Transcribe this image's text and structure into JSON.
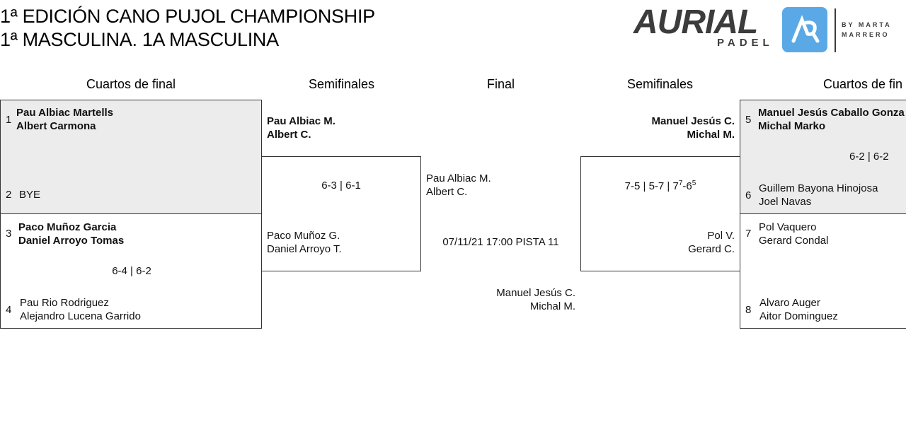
{
  "header": {
    "title_line1": "1ª EDICIÓN CANO PUJOL CHAMPIONSHIP",
    "title_line2": "1ª MASCULINA. 1A MASCULINA",
    "logo": {
      "brand": "AURIAL",
      "sub": "PADEL",
      "byline_1": "BY MARTA",
      "byline_2": "MARRERO",
      "badge_color": "#5aa9e6"
    }
  },
  "rounds": {
    "qf_left": "Cuartos de final",
    "sf_left": "Semifinales",
    "final": "Final",
    "sf_right": "Semifinales",
    "qf_right": "Cuartos de fin"
  },
  "left_qf": [
    {
      "top": {
        "seed": "1",
        "p1": "Pau Albiac Martells",
        "p2": "Albert Carmona"
      },
      "bottom": {
        "seed": "2",
        "p1": "BYE",
        "p2": ""
      },
      "score": ""
    },
    {
      "top": {
        "seed": "3",
        "p1": "Paco Muñoz Garcia",
        "p2": "Daniel Arroyo Tomas"
      },
      "bottom": {
        "seed": "4",
        "p1": "Pau Rio Rodriguez",
        "p2": "Alejandro Lucena Garrido"
      },
      "score": "6-4 | 6-2"
    }
  ],
  "left_sf": {
    "top": {
      "p1": "Pau Albiac M.",
      "p2": "Albert C."
    },
    "bottom": {
      "p1": "Paco Muñoz G.",
      "p2": "Daniel Arroyo T."
    },
    "score": "6-3 | 6-1"
  },
  "final": {
    "top": {
      "p1": "Pau Albiac M.",
      "p2": "Albert C."
    },
    "bottom": {
      "p1": "Manuel Jesús C.",
      "p2": "Michal M."
    },
    "schedule": "07/11/21 17:00 PISTA 11"
  },
  "right_sf": {
    "top": {
      "p1": "Manuel Jesús C.",
      "p2": "Michal M."
    },
    "bottom": {
      "p1": "Pol V.",
      "p2": "Gerard C."
    },
    "score_a": "7-5 | 5-7 | 7",
    "score_sup1": "7",
    "score_b": "-6",
    "score_sup2": "5"
  },
  "right_qf": [
    {
      "top": {
        "seed": "5",
        "p1": "Manuel Jesús Caballo Gonza",
        "p2": "Michal Marko"
      },
      "bottom": {
        "seed": "6",
        "p1": "Guillem Bayona Hinojosa",
        "p2": "Joel Navas"
      },
      "score": "6-2 | 6-2"
    },
    {
      "top": {
        "seed": "7",
        "p1": "Pol Vaquero",
        "p2": "Gerard Condal"
      },
      "bottom": {
        "seed": "8",
        "p1": "Alvaro Auger",
        "p2": "Aitor Dominguez"
      },
      "score": ""
    }
  ]
}
